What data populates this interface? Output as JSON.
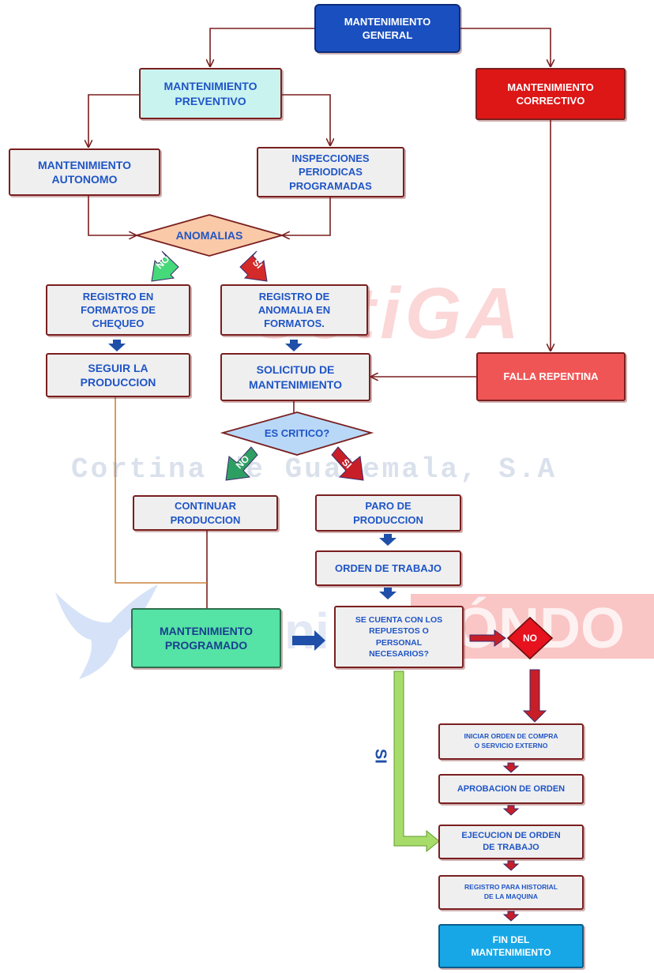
{
  "watermark": {
    "brand": "CetiGA",
    "company": "Cortina de Guatemala, S.A",
    "right_text": "ÓNDO",
    "middle_text": "ni"
  },
  "nodes": {
    "general": "MANTENIMIENTO\nGENERAL",
    "preventivo": "MANTENIMIENTO\nPREVENTIVO",
    "correctivo": "MANTENIMIENTO\nCORRECTIVO",
    "autonomo": "MANTENIMIENTO\nAUTONOMO",
    "inspecciones": "INSPECCIONES\nPERIODICAS\nPROGRAMADAS",
    "anomalias": "ANOMALIAS",
    "registro_chequeo": "REGISTRO EN\nFORMATOS DE\nCHEQUEO",
    "registro_anomalia": "REGISTRO DE\nANOMALIA EN\nFORMATOS.",
    "seguir": "SEGUIR LA\nPRODUCCION",
    "solicitud": "SOLICITUD DE\nMANTENIMIENTO",
    "falla": "FALLA REPENTINA",
    "es_critico": "ES CRITICO?",
    "continuar": "CONTINUAR\nPRODUCCION",
    "paro": "PARO  DE\nPRODUCCION",
    "orden": "ORDEN DE TRABAJO",
    "programado": "MANTENIMIENTO\nPROGRAMADO",
    "repuestos": "SE CUENTA CON LOS\nREPUESTOS O\nPERSONAL\nNECESARIOS?",
    "no_diamond": "NO",
    "iniciar": "INICIAR ORDEN DE COMPRA\nO SERVICIO EXTERNO",
    "aprobacion": "APROBACION DE ORDEN",
    "ejecucion": "EJECUCION DE ORDEN\nDE TRABAJO",
    "registro_historial": "REGISTRO PARA HISTORIAL\nDE LA MAQUINA",
    "fin": "FIN DEL\nMANTENIMIENTO"
  },
  "labels": {
    "anomalias_no": "NO",
    "anomalias_si": "SI",
    "critico_no": "NO",
    "critico_si": "SI",
    "repuestos_si": "SI"
  },
  "colors": {
    "border": "#7a1f1f",
    "text_blue": "#1f55c6",
    "general_fill": "#1a4fbf",
    "preventivo_fill": "#c9f3ef",
    "correctivo_fill": "#dd1616",
    "falla_fill": "#f05555",
    "programado_fill": "#55e3a6",
    "fin_fill": "#17a7e6",
    "anomalias_fill": "#f9c9a8",
    "critico_fill": "#b9d8f7",
    "no_diamond_fill": "#e6121e",
    "no_arrow": "#2e9f62",
    "si_arrow": "#c81e28",
    "si_long_arrow": "#8fd14f"
  }
}
